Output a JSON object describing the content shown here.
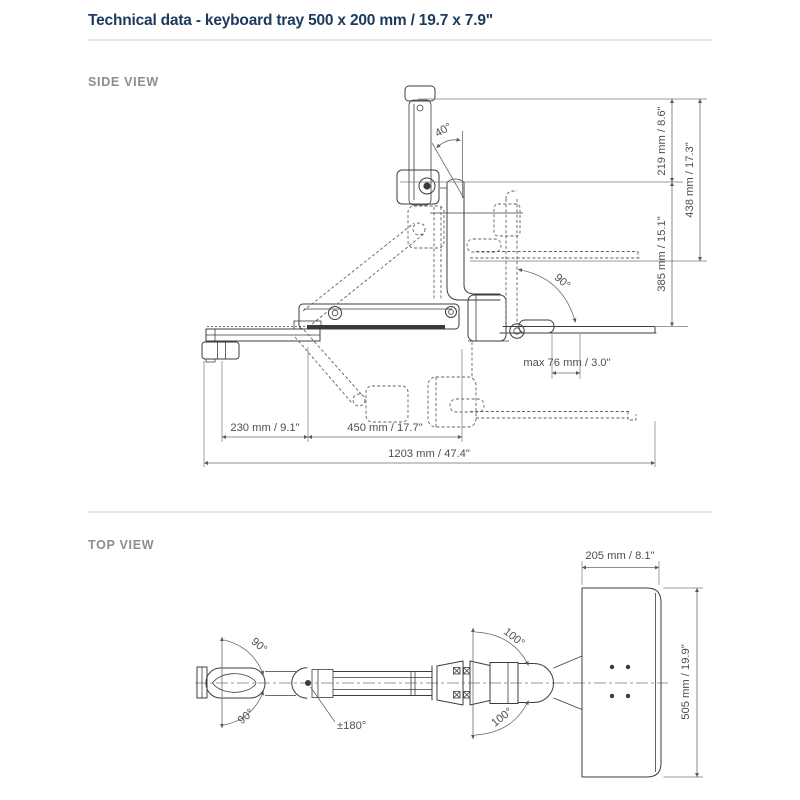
{
  "title": "Technical data -  keyboard tray 500 x 200 mm / 19.7 x 7.9\"",
  "sections": {
    "side": "SIDE VIEW",
    "top": "TOP VIEW"
  },
  "side_view": {
    "angle_tilt": "40°",
    "dim_219": "219 mm / 8.6\"",
    "dim_438": "438 mm / 17.3\"",
    "dim_385": "385 mm / 15.1\"",
    "angle_fold": "90°",
    "dim_track": "max 76 mm / 3.0\"",
    "dim_230": "230 mm / 9.1\"",
    "dim_450": "450 mm / 17.7\"",
    "dim_1203": "1203 mm / 47.4\""
  },
  "top_view": {
    "dim_205": "205 mm / 8.1\"",
    "angle_up": "90°",
    "angle_down": "90°",
    "angle_rotation": "±180°",
    "angle_elbow_up": "100°",
    "angle_elbow_down": "100°",
    "dim_505": "505 mm / 19.9\""
  },
  "colors": {
    "accent": "#1b3a5c",
    "label": "#4f4f4f",
    "line": "#3d3d3d"
  }
}
